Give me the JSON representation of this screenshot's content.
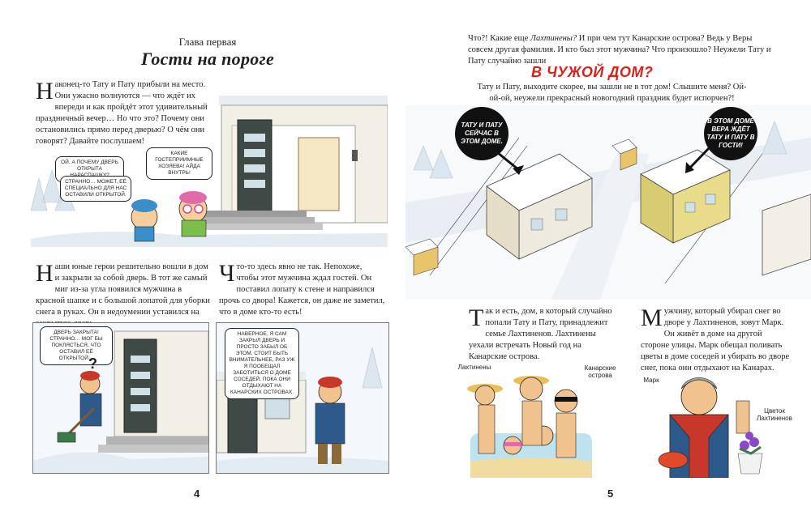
{
  "left_page": {
    "chapter_label": "Глава первая",
    "chapter_title": "Гости на пороге",
    "para1_cap": "Н",
    "para1": "аконец-то Тату и Пату прибыли на место. Они ужасно волнуются — что ждёт их впереди и как пройдёт этот удивительный праздничный вечер… Но что это? Почему они остановились прямо перед дверью? О чём они говорят? Давайте послушаем!",
    "para2_cap": "Н",
    "para2": "аши юные герои решительно вошли в дом и закрыли за собой дверь. В тот же самый миг из-за угла появился мужчина в красной шапке и с большой лопатой для уборки снега в руках. Он в недоумении уставился на закрытую дверь.",
    "para3_cap": "Ч",
    "para3": "то-то здесь явно не так. Непохоже, чтобы этот мужчина ждал гостей. Он поставил лопату к стене и направился прочь со двора! Кажется, он даже не заметил, что в доме кто-то есть!",
    "bubble_a": "Ой, а почему дверь открыта нараспашку?",
    "bubble_b": "Странно… Может, её специально для нас оставили открытой.",
    "bubble_c": "Какие гостеприимные хозяева! Айда внутрь!",
    "bubble_d": "Дверь закрыта! Странно… Мог бы поклясться, что оставил её открытой…",
    "bubble_e": "Наверное, я сам закрыл дверь и просто забыл об этом. Стоит быть внимательнее, раз уж я пообещал заботиться о доме соседей, пока они отдыхают на Канарских островах.",
    "question_marks": "?",
    "page_number": "4"
  },
  "right_page": {
    "intro_1": "Что?! Какие еще",
    "intro_italic": "Лахтинены?",
    "intro_2": "И при чем тут Канарские острова? Ведь у Веры совсем другая фамилия. И кто был этот мужчина? Что произошло? Неужели Тату и Пату случайно зашли",
    "headline": "В ЧУЖОЙ ДОМ?",
    "subtitle": "Тату и Пату, выходите скорее, вы зашли не в тот дом! Слышите меня? Ой-ой-ой, неужели прекрасный новогодний праздник будет испорчен?!",
    "callout_left": "Тату и Пату сейчас в этом доме.",
    "callout_right": "В этом доме Вера ждёт Тату и Пату в гости!",
    "para4_cap": "Т",
    "para4": "ак и есть, дом, в который случайно попали Тату и Пату, принадлежит семье Лахтиненов. Лахтинены уехали встречать Новый год на Канарские острова.",
    "para5_cap": "М",
    "para5": "ужчину, который убирал снег во дворе у Лахтиненов, зовут Марк. Он живёт в доме на другой стороне улицы. Марк обещал поливать цветы в доме соседей и убирать во дворе снег, пока они отдыхают на Канарах.",
    "label_family": "Лахтинены",
    "label_islands": "Канарские острова",
    "label_mark": "Марк",
    "label_flower": "Цветок Лахтиненов",
    "page_number": "5"
  },
  "colors": {
    "accent_red": "#d6231e",
    "callout_black": "#111111",
    "snow": "#f4f7fb",
    "door_green": "#3f4a46",
    "hat_red": "#c8382a",
    "house_yellow": "#e8dc8a"
  }
}
